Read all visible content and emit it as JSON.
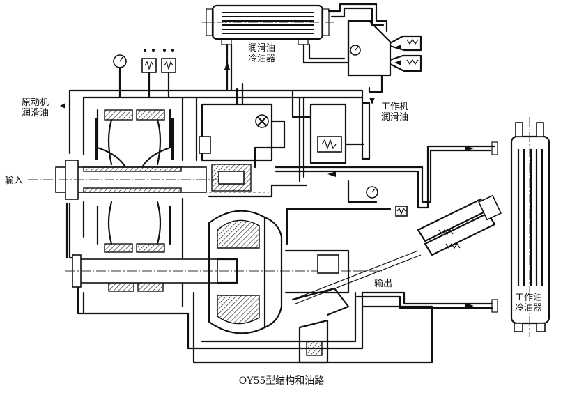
{
  "labels": {
    "lube_cooler_line1": "润滑油",
    "lube_cooler_line2": "冷油器",
    "prime_mover_line1": "原动机",
    "prime_mover_line2": "润滑油",
    "working_machine_line1": "工作机",
    "working_machine_line2": "润滑油",
    "input": "输入",
    "output": "输出",
    "working_oil_cooler_line1": "工作油",
    "working_oil_cooler_line2": "冷油器"
  },
  "caption": "OY55型结构和油路",
  "colors": {
    "line": "#111111",
    "background": "#ffffff"
  },
  "icons": [
    "pressure-gauge-icon",
    "relief-valve-icon",
    "control-lever-icon"
  ]
}
